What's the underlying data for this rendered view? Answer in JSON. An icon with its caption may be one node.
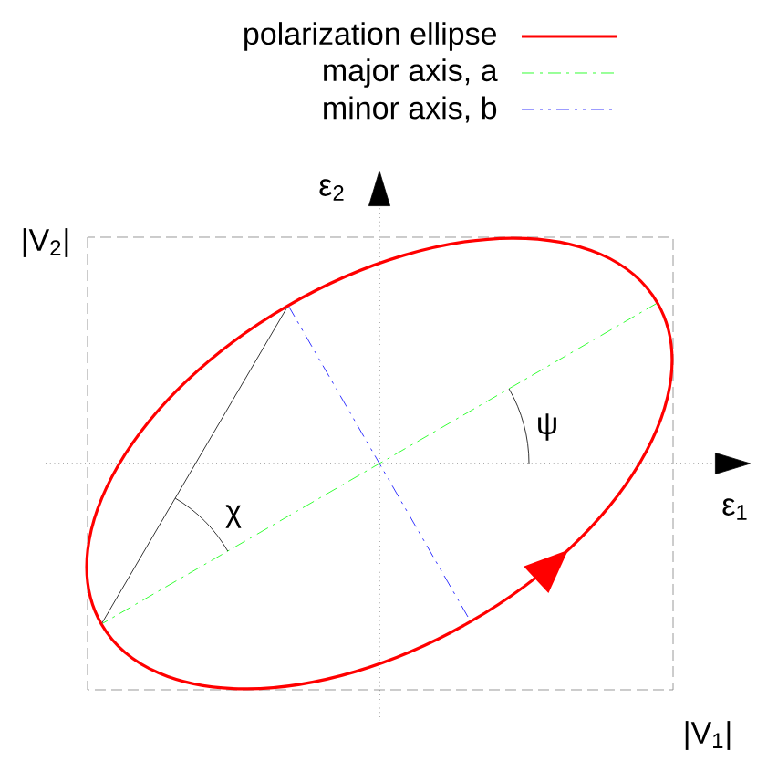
{
  "diagram": {
    "labels": [
      "ε$_{2}$",
      "|V$_{2}$|",
      "ψ",
      "ε$_{1}$",
      "χ",
      "|V$_{1}$|"
    ],
    "legend": [
      {
        "text": "polarization ellipse"
      },
      {
        "text": "major axis, a"
      },
      {
        "text": "minor axis, b"
      }
    ]
  }
}
